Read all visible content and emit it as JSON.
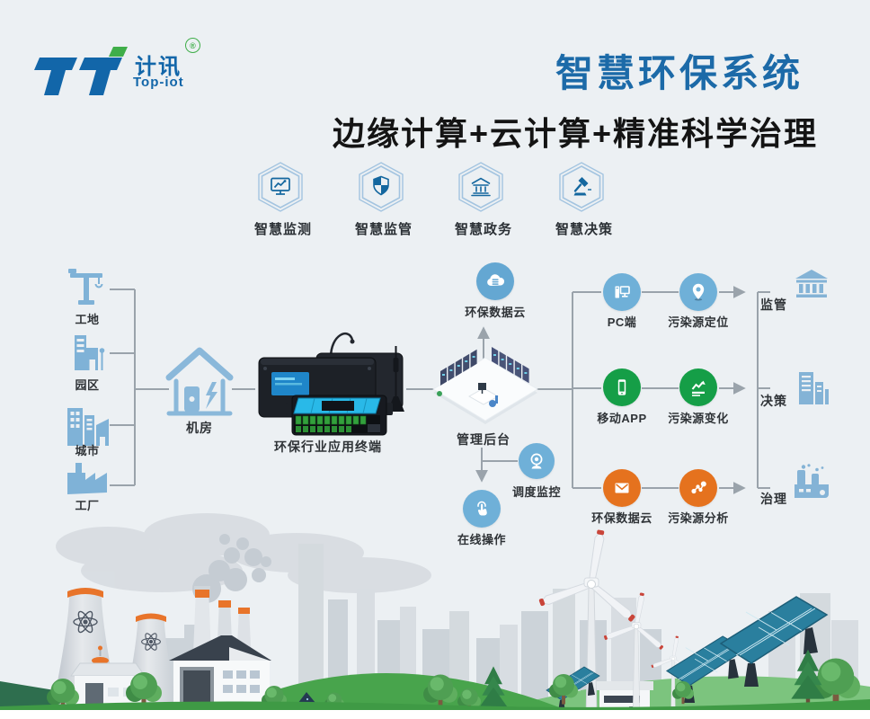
{
  "logo": {
    "brand_cn": "计讯",
    "brand_en": "Top-iot",
    "registered": "®"
  },
  "header": {
    "title": "智慧环保系统",
    "subtitle": "边缘计算+云计算+精准科学治理"
  },
  "features": [
    {
      "label": "智慧监测",
      "icon": "monitor-chart-icon"
    },
    {
      "label": "智慧监管",
      "icon": "shield-icon"
    },
    {
      "label": "智慧政务",
      "icon": "government-building-icon"
    },
    {
      "label": "智慧决策",
      "icon": "gavel-icon"
    }
  ],
  "sources": [
    {
      "label": "工地",
      "icon": "crane-icon"
    },
    {
      "label": "园区",
      "icon": "campus-icon"
    },
    {
      "label": "城市",
      "icon": "city-icon"
    },
    {
      "label": "工厂",
      "icon": "factory-icon"
    }
  ],
  "flow": {
    "room": "机房",
    "terminal": "环保行业应用终端",
    "backend": "管理后台",
    "cloud": "环保数据云",
    "monitor": "调度监控",
    "online": "在线操作"
  },
  "outputs": [
    {
      "first": "PC端",
      "second": "污染源定位",
      "icons": [
        "pc-icon",
        "location-pin-icon"
      ]
    },
    {
      "first": "移动APP",
      "second": "污染源变化",
      "icons": [
        "phone-icon",
        "trend-chart-icon"
      ]
    },
    {
      "first": "环保数据云",
      "second": "污染源分析",
      "icons": [
        "envelope-icon",
        "scatter-chart-icon"
      ]
    }
  ],
  "goals": [
    {
      "label": "监管",
      "icon": "bank-icon"
    },
    {
      "label": "决策",
      "icon": "buildings-icon"
    },
    {
      "label": "治理",
      "icon": "factory-governance-icon"
    }
  ],
  "colors": {
    "accent_blue": "#1c6aa8",
    "logo_blue": "#1266a9",
    "logo_green": "#3fae49",
    "node_blue": "#64a7d2",
    "node_green": "#159e47",
    "node_orange": "#e5721e",
    "icon_light_blue": "#7fb2d7",
    "hex_outline": "#a3c4e0",
    "hex_icon_blue": "#14679f",
    "line_gray": "#9aa3ab",
    "scene_orange": "#e8742a",
    "solar_teal": "#2a7f9e"
  }
}
